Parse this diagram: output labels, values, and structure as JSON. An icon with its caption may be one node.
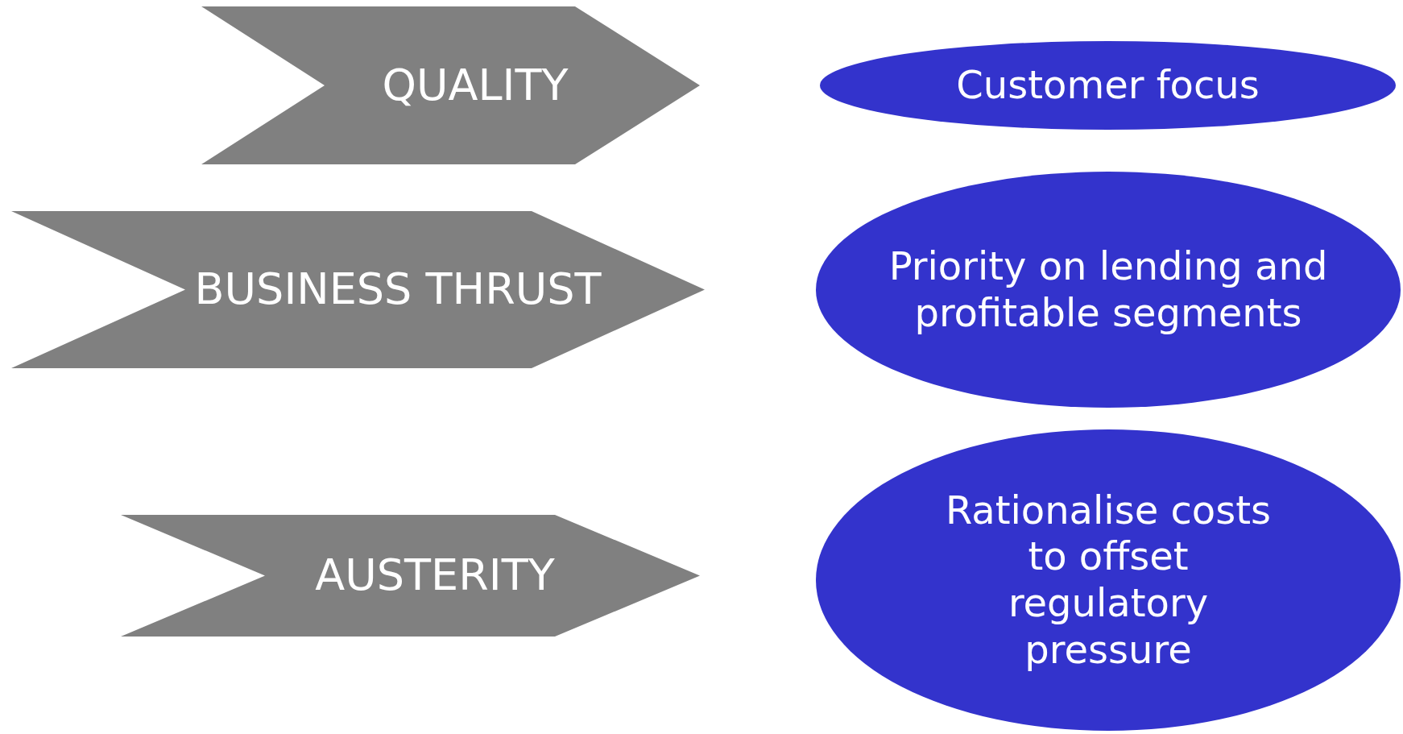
{
  "diagram": {
    "nodes": [
      {
        "text": [
          "QUALITY"
        ]
      },
      {
        "text": [
          "Customer focus"
        ]
      },
      {
        "text": [
          "BUSINESS THRUST"
        ]
      },
      {
        "text": [
          "Priority on lending and profitable segments"
        ]
      },
      {
        "text": [
          "AUSTERITY"
        ]
      },
      {
        "text": [
          "Rationalise costs to offset regulatory pressure"
        ]
      }
    ]
  }
}
